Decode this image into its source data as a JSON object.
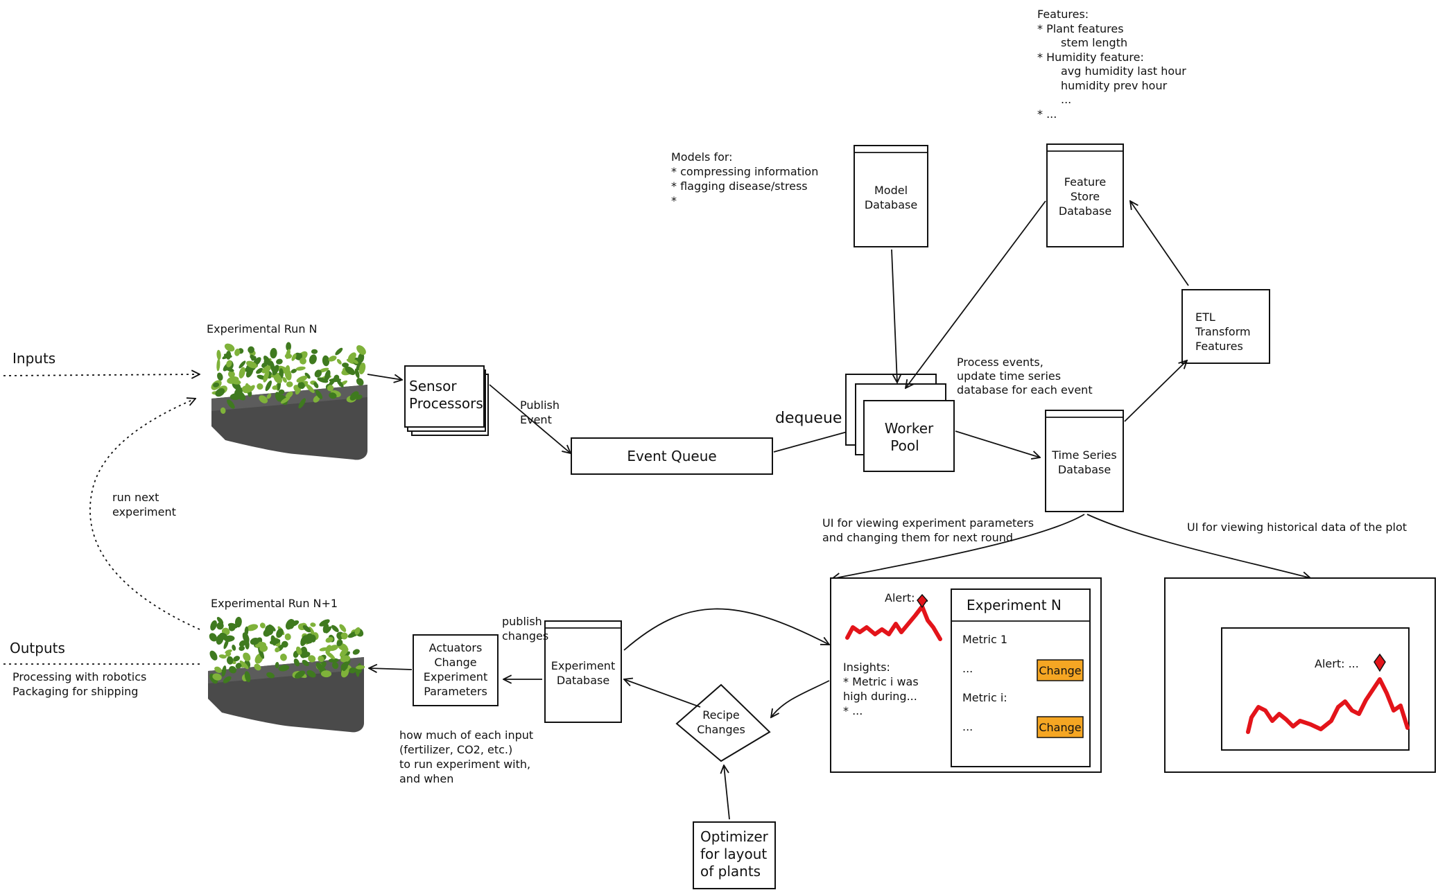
{
  "left_labels": {
    "inputs": "Inputs",
    "outputs": "Outputs",
    "outputs_detail": [
      "Processing with robotics",
      "Packaging for shipping"
    ],
    "run_next": [
      "run next",
      "experiment"
    ]
  },
  "runs": {
    "run_n": "Experimental Run N",
    "run_n1": "Experimental Run N+1"
  },
  "nodes": {
    "sensor_processors": [
      "Sensor",
      "Processors"
    ],
    "event_queue": "Event Queue",
    "worker_pool": [
      "Worker",
      "Pool"
    ],
    "model_database": [
      "Model",
      "Database"
    ],
    "feature_store": [
      "Feature",
      "Store",
      "Database"
    ],
    "etl": [
      "ETL",
      "Transform",
      "Features"
    ],
    "time_series": [
      "Time Series",
      "Database"
    ],
    "experiment_database": [
      "Experiment",
      "Database"
    ],
    "actuators": [
      "Actuators",
      "Change",
      "Experiment",
      "Parameters"
    ],
    "recipe_changes": [
      "Recipe",
      "Changes"
    ],
    "optimizer": [
      "Optimizer",
      "for layout",
      "of plants"
    ]
  },
  "edge_labels": {
    "publish_event": [
      "Publish",
      "Event"
    ],
    "dequeue": "dequeue",
    "publish_changes": [
      "publish",
      "changes"
    ]
  },
  "notes": {
    "models_for": [
      "Models for:",
      "* compressing information",
      "* flagging disease/stress",
      "*"
    ],
    "features": [
      "Features:",
      "* Plant features",
      "stem length",
      "* Humidity feature:",
      "avg humidity last hour",
      "humidity prev hour",
      "...",
      "* ..."
    ],
    "process_events": [
      "Process events,",
      "update time series",
      "database for each event"
    ],
    "ui_params": [
      "UI for viewing experiment parameters",
      "and changing them for next round"
    ],
    "ui_history": "UI for viewing historical data of the plot",
    "how_much": [
      "how much of each input",
      "(fertilizer, CO2, etc.)",
      "to run experiment with,",
      "and when"
    ]
  },
  "experiment_ui": {
    "alert_small": "Alert: ...",
    "insights": [
      "Insights:",
      "* Metric i was",
      "high during...",
      "* ..."
    ],
    "panel_title": "Experiment N",
    "metric_1": "Metric 1",
    "ellipsis_1": "...",
    "metric_i": "Metric i:",
    "ellipsis_2": "...",
    "change_label": "Change"
  },
  "history_ui": {
    "alert": "Alert: ..."
  },
  "colors": {
    "alert_line": "#e3141a",
    "change_button": "#f5a623",
    "tray": "#4a4a4a",
    "leaf_dark": "#3f7a1f",
    "leaf_light": "#7fb23a"
  }
}
